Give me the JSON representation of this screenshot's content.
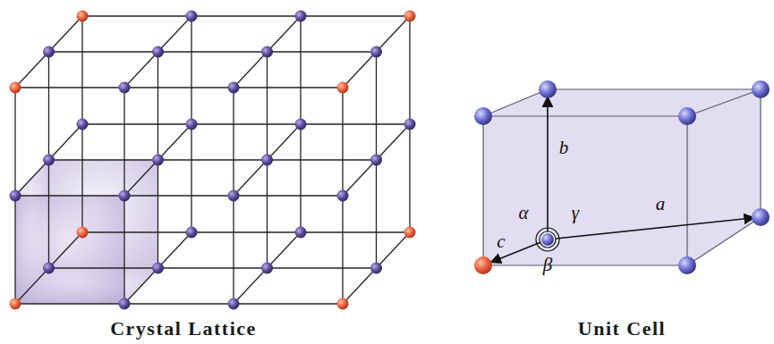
{
  "diagram": {
    "labels": [
      "Crystal Lattice",
      "Unit Cell",
      "b",
      "α",
      "γ",
      "a",
      "c",
      "β"
    ]
  }
}
